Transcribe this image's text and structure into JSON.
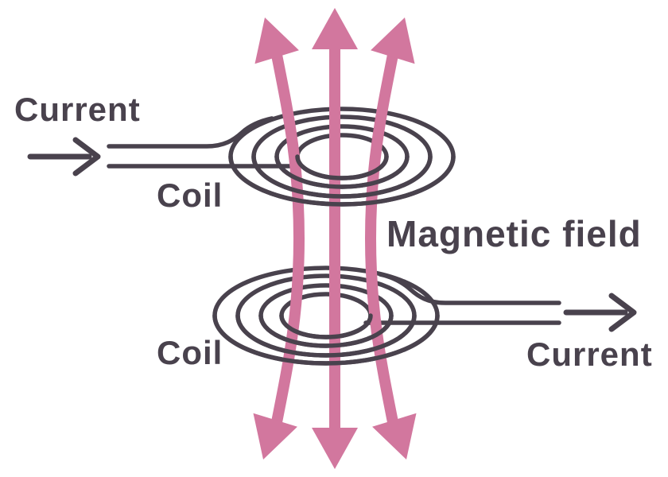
{
  "title": "Two coils with current producing a magnetic field",
  "colors": {
    "ink": "#49424d",
    "pink": "#d2779e",
    "bg": "#ffffff"
  },
  "labels": {
    "current_top": "Current",
    "coil_top": "Coil",
    "magnetic_field": "Magnetic field",
    "coil_bottom": "Coil",
    "current_bottom": "Current"
  },
  "diagram": {
    "coil_count": 2,
    "turns_per_coil": 4,
    "field_line_count": 3,
    "field_direction": "upward through coils, arrowheads at both ends",
    "current_direction_top": "left to right into top coil",
    "current_direction_bottom": "out of bottom coil to the right"
  }
}
